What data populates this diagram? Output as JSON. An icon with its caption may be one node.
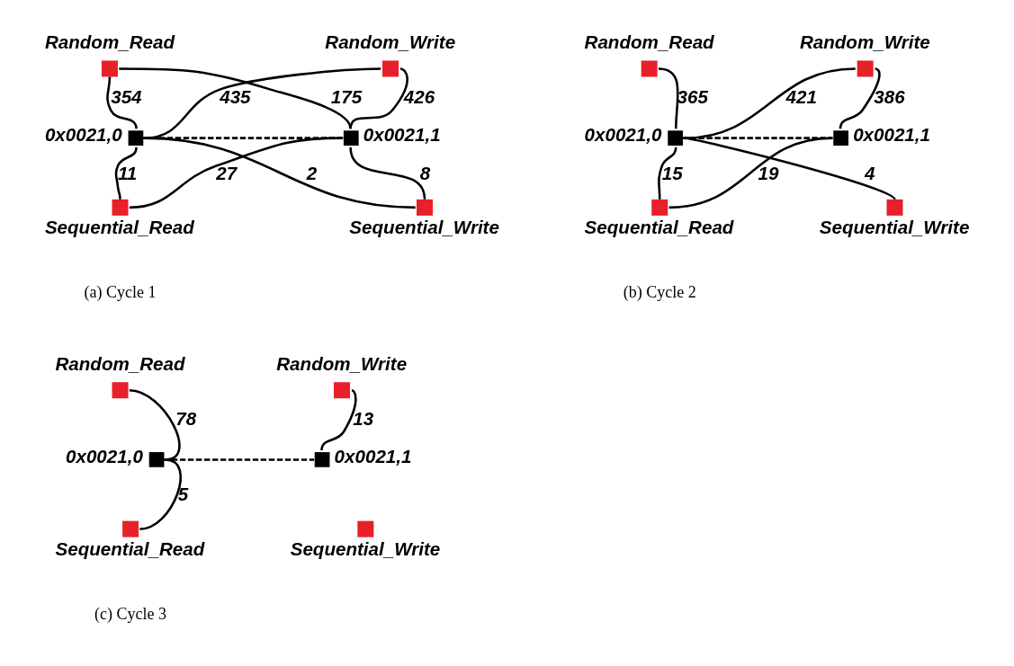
{
  "diagram": {
    "nodes": [
      {
        "text": [
          "Random_Read"
        ]
      },
      {
        "text": [
          "Random_Write"
        ]
      },
      {
        "text": [
          "0x0021,0"
        ]
      },
      {
        "text": [
          "0x0021,1"
        ]
      },
      {
        "text": [
          "Sequential_Read"
        ]
      },
      {
        "text": [
          "Sequential_Write"
        ]
      },
      {
        "text": [
          "Random_Read"
        ]
      },
      {
        "text": [
          "Random_Write"
        ]
      },
      {
        "text": [
          "0x0021,0"
        ]
      },
      {
        "text": [
          "0x0021,1"
        ]
      },
      {
        "text": [
          "Sequential_Read"
        ]
      },
      {
        "text": [
          "Sequential_Write"
        ]
      },
      {
        "text": [
          "Random_Read"
        ]
      },
      {
        "text": [
          "Random_Write"
        ]
      },
      {
        "text": [
          "0x0021,0"
        ]
      },
      {
        "text": [
          "0x0021,1"
        ]
      },
      {
        "text": [
          "Sequential_Read"
        ]
      },
      {
        "text": [
          "Sequential_Write"
        ]
      }
    ],
    "edges": [
      {
        "from": 0,
        "to": 2,
        "arrow": "none",
        "label": "354"
      },
      {
        "from": 0,
        "to": 3,
        "arrow": "none",
        "label": "175"
      },
      {
        "from": 1,
        "to": 2,
        "arrow": "none",
        "label": "435"
      },
      {
        "from": 1,
        "to": 3,
        "arrow": "none",
        "label": "426"
      },
      {
        "from": 2,
        "to": 3,
        "arrow": "none",
        "style": "dashed"
      },
      {
        "from": 4,
        "to": 2,
        "arrow": "none",
        "label": "11"
      },
      {
        "from": 4,
        "to": 3,
        "arrow": "none",
        "label": "27"
      },
      {
        "from": 5,
        "to": 2,
        "arrow": "none",
        "label": "2"
      },
      {
        "from": 5,
        "to": 3,
        "arrow": "none",
        "label": "8"
      },
      {
        "from": 6,
        "to": 8,
        "arrow": "none",
        "label": "365"
      },
      {
        "from": 7,
        "to": 8,
        "arrow": "none",
        "label": "421"
      },
      {
        "from": 7,
        "to": 9,
        "arrow": "none",
        "label": "386"
      },
      {
        "from": 8,
        "to": 9,
        "arrow": "none",
        "style": "dashed"
      },
      {
        "from": 10,
        "to": 8,
        "arrow": "none",
        "label": "15"
      },
      {
        "from": 10,
        "to": 9,
        "arrow": "none",
        "label": "19"
      },
      {
        "from": 11,
        "to": 8,
        "arrow": "none",
        "label": "4"
      },
      {
        "from": 12,
        "to": 14,
        "arrow": "none",
        "label": "78"
      },
      {
        "from": 13,
        "to": 15,
        "arrow": "none",
        "label": "13"
      },
      {
        "from": 14,
        "to": 15,
        "arrow": "none",
        "style": "dashed"
      },
      {
        "from": 16,
        "to": 14,
        "arrow": "none",
        "label": "5"
      }
    ],
    "labels": [
      "(a) Cycle 1",
      "(b) Cycle 2",
      "(c) Cycle 3"
    ]
  }
}
